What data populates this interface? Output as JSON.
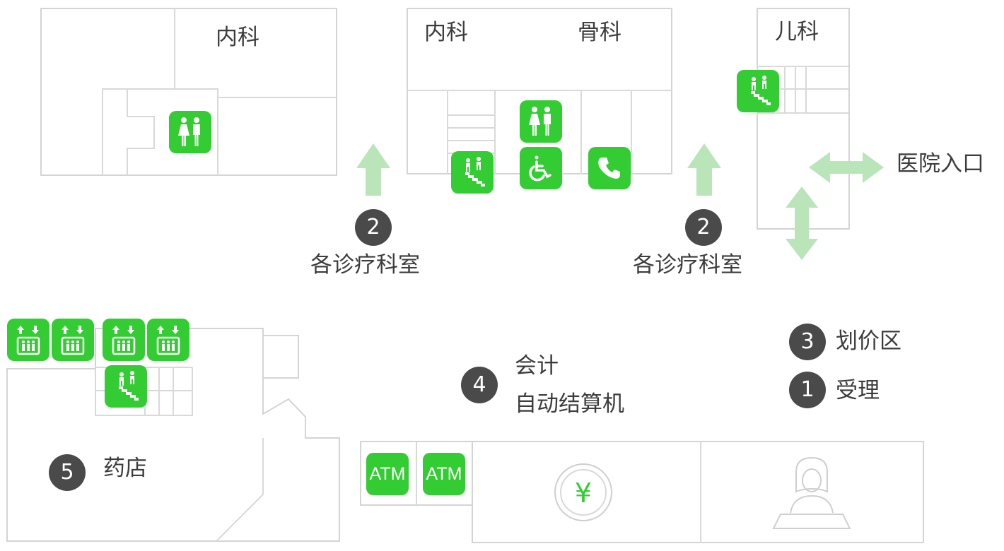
{
  "rooms": {
    "internal_left": "内科",
    "internal_center": "内科",
    "orthopedics": "骨科",
    "pediatrics": "儿科"
  },
  "points": [
    {
      "num": "2",
      "label": "各诊疗科室"
    },
    {
      "num": "2",
      "label": "各诊疗科室"
    },
    {
      "num": "3",
      "label": "划价区"
    },
    {
      "num": "1",
      "label": "受理"
    },
    {
      "num": "4",
      "label_line1": "会计",
      "label_line2": "自动结算机"
    },
    {
      "num": "5",
      "label": "药店"
    }
  ],
  "entrance": "医院入口",
  "atm_label": "ATM",
  "yen_symbol": "¥",
  "icons": {
    "restroom": "restroom-icon",
    "stairs": "stairs-icon",
    "accessible": "wheelchair-icon",
    "phone": "phone-icon",
    "elevator": "elevator-icon"
  },
  "colors": {
    "icon_green": "#33cc33",
    "arrow_green": "#b9e5b9",
    "marker": "#4a4a4a",
    "wall": "#d4d4d4"
  }
}
